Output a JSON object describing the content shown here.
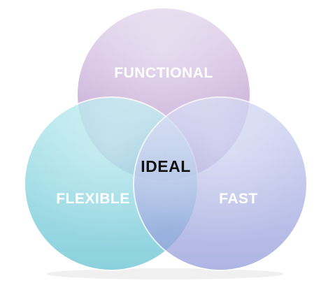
{
  "diagram": {
    "circles": [
      {
        "id": "functional",
        "label": "FUNCTIONAL",
        "color": "#c7aed6",
        "text_color": "#ffffff"
      },
      {
        "id": "flexible",
        "label": "FLEXIBLE",
        "color": "#7fd3de",
        "text_color": "#ffffff"
      },
      {
        "id": "fast",
        "label": "FAST",
        "color": "#a9b2e6",
        "text_color": "#ffffff"
      }
    ],
    "center": {
      "label": "IDEAL",
      "text_color": "#111111"
    }
  }
}
